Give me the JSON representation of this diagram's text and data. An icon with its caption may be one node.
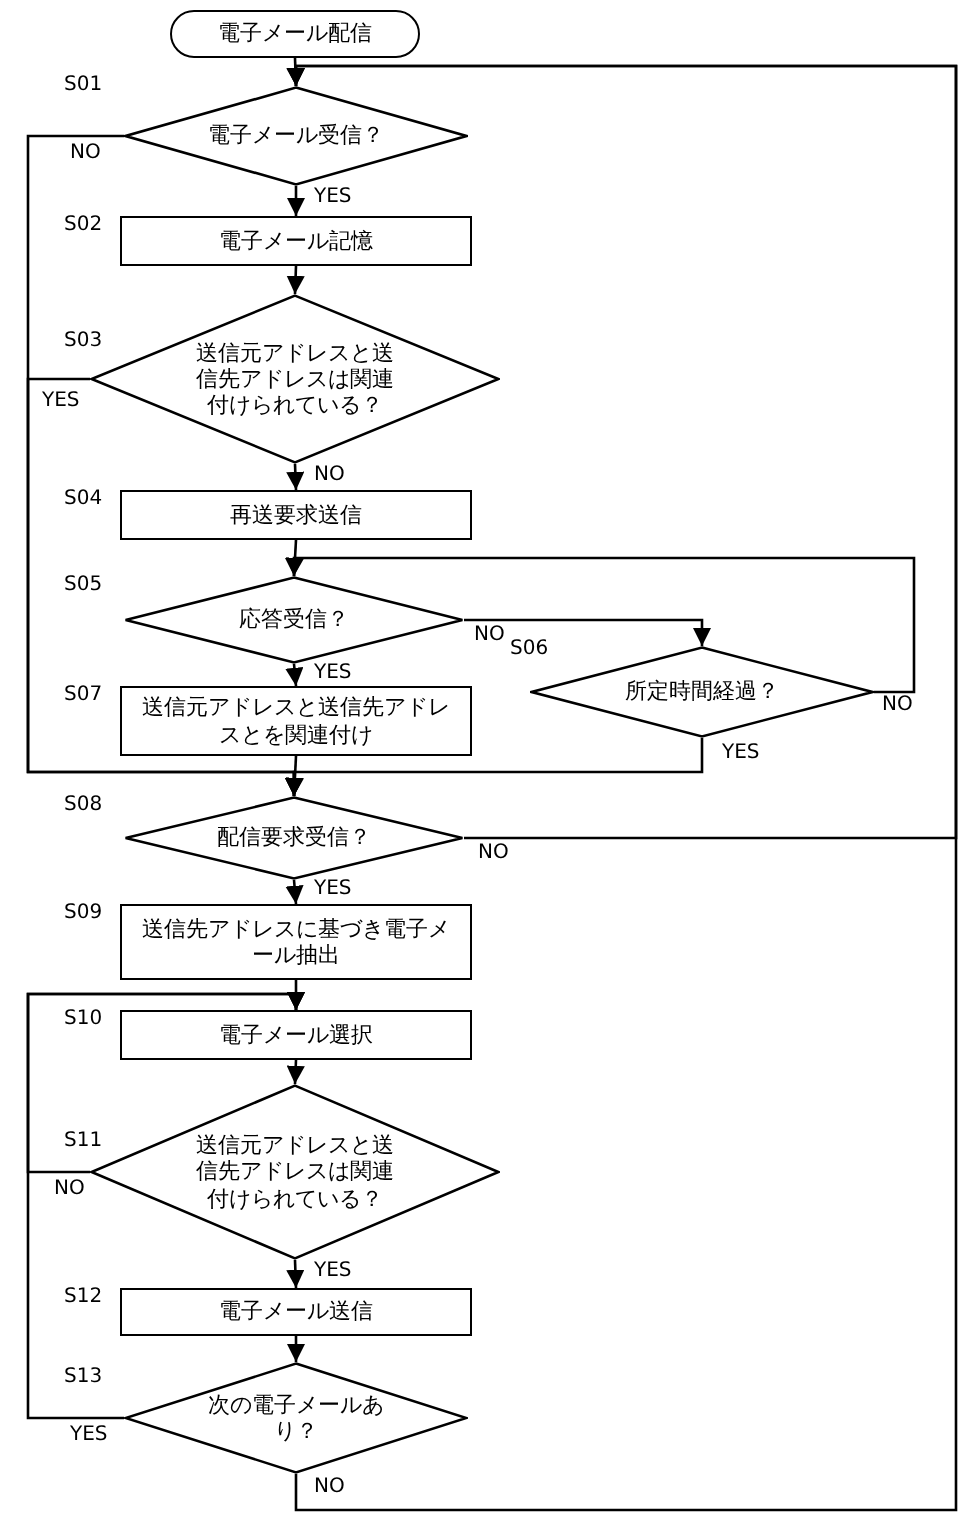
{
  "diagram": {
    "nodes": [
      {
        "text": [
          "電子メール配信"
        ]
      },
      {
        "text": [
          "電子メール受信？"
        ],
        "beside": [
          "S01"
        ]
      },
      {
        "text": [
          "電子メール記憶"
        ],
        "beside": [
          "S02"
        ]
      },
      {
        "text": [
          "送信元アドレスと送信先アドレスは関連付けられている？"
        ],
        "beside": [
          "S03"
        ]
      },
      {
        "text": [
          "再送要求送信"
        ],
        "beside": [
          "S04"
        ]
      },
      {
        "text": [
          "応答受信？"
        ],
        "beside": [
          "S05"
        ]
      },
      {
        "text": [
          "所定時間経過？"
        ],
        "beside": [
          "S06"
        ]
      },
      {
        "text": [
          "送信元アドレスと送信先アドレスとを関連付け"
        ],
        "beside": [
          "S07"
        ]
      },
      {
        "text": [
          "配信要求受信？"
        ],
        "beside": [
          "S08"
        ]
      },
      {
        "text": [
          "送信先アドレスに基づき電子メール抽出"
        ],
        "beside": [
          "S09"
        ]
      },
      {
        "text": [
          "電子メール選択"
        ],
        "beside": [
          "S10"
        ]
      },
      {
        "text": [
          "送信元アドレスと送信先アドレスは関連付けられている？"
        ],
        "beside": [
          "S11"
        ]
      },
      {
        "text": [
          "電子メール送信"
        ],
        "beside": [
          "S12"
        ]
      },
      {
        "text": [
          "次の電子メールあり？"
        ],
        "beside": [
          "S13"
        ]
      }
    ],
    "edges": [
      {
        "from": 0,
        "to": 1,
        "arrow": "to"
      },
      {
        "from": 1,
        "to": 2,
        "arrow": "to",
        "label": "YES"
      },
      {
        "from": 1,
        "to": 8,
        "arrow": "to",
        "label": "NO"
      },
      {
        "from": 2,
        "to": 3,
        "arrow": "to"
      },
      {
        "from": 3,
        "to": 8,
        "arrow": "to",
        "label": "YES"
      },
      {
        "from": 3,
        "to": 4,
        "arrow": "to",
        "label": "NO"
      },
      {
        "from": 4,
        "to": 5,
        "arrow": "to"
      },
      {
        "from": 5,
        "to": 7,
        "arrow": "to",
        "label": "YES"
      },
      {
        "from": 5,
        "to": 6,
        "arrow": "to",
        "label": "NO"
      },
      {
        "from": 6,
        "to": 5,
        "arrow": "to",
        "label": "NO"
      },
      {
        "from": 6,
        "to": 8,
        "arrow": "to",
        "label": "YES"
      },
      {
        "from": 7,
        "to": 8,
        "arrow": "to"
      },
      {
        "from": 8,
        "to": 9,
        "arrow": "to",
        "label": "YES"
      },
      {
        "from": 8,
        "to": 1,
        "arrow": "to",
        "label": "NO"
      },
      {
        "from": 9,
        "to": 10,
        "arrow": "to"
      },
      {
        "from": 10,
        "to": 11,
        "arrow": "to"
      },
      {
        "from": 11,
        "to": 10,
        "arrow": "to",
        "label": "NO"
      },
      {
        "from": 11,
        "to": 12,
        "arrow": "to",
        "label": "YES"
      },
      {
        "from": 12,
        "to": 13,
        "arrow": "to"
      },
      {
        "from": 13,
        "to": 10,
        "arrow": "to",
        "label": "YES"
      },
      {
        "from": 13,
        "to": 1,
        "arrow": "to",
        "label": "NO"
      }
    ]
  }
}
